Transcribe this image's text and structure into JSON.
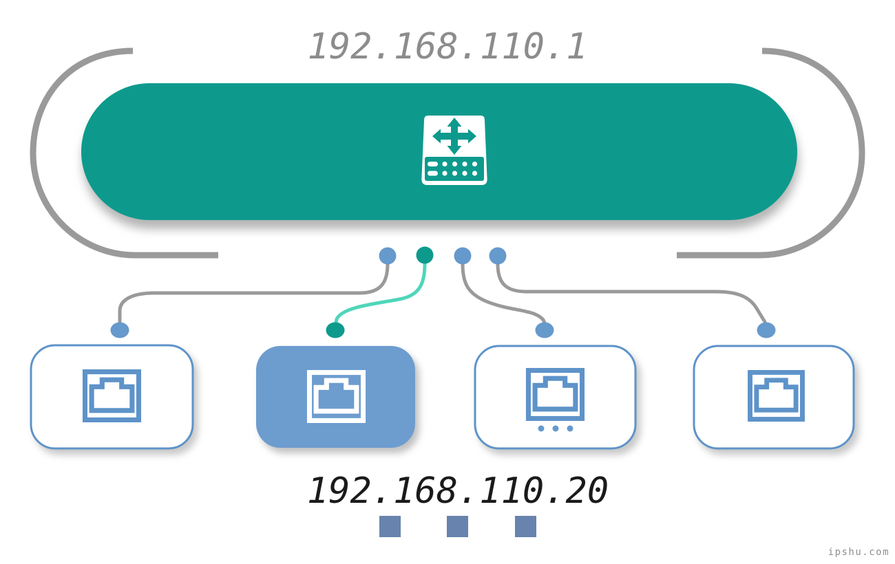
{
  "switch": {
    "ip": "192.168.110.1",
    "icon": "network-switch-icon",
    "port_dots": [
      {
        "color": "#6699CC"
      },
      {
        "color": "#0D9A8D"
      },
      {
        "color": "#6699CC"
      },
      {
        "color": "#6699CC"
      }
    ]
  },
  "clients": [
    {
      "icon": "ethernet-port-icon",
      "highlighted": false,
      "connection_color": "#9A9A9A"
    },
    {
      "icon": "ethernet-port-icon",
      "highlighted": true,
      "connection_color": "#4FD6BA",
      "ip": "192.168.110.20"
    },
    {
      "icon": "ethernet-port-icon",
      "highlighted": false,
      "connection_color": "#9A9A9A",
      "ellipsis": "more-clients"
    },
    {
      "icon": "ethernet-port-icon",
      "highlighted": false,
      "connection_color": "#9A9A9A"
    }
  ],
  "colors": {
    "teal": "#0D9A8D",
    "mint_connection": "#4FD6BA",
    "arc_gray": "#9A9A9A",
    "dot_blue": "#6699CC",
    "box_border_blue": "#5E93C9",
    "highlight_fill": "#6D9CCF",
    "square_blue": "#6883AD",
    "router_ip_text": "#8C8C8C",
    "client_ip_text": "#1A1A1A",
    "background": "#FFFFFF"
  },
  "watermark": "ipshu.com"
}
